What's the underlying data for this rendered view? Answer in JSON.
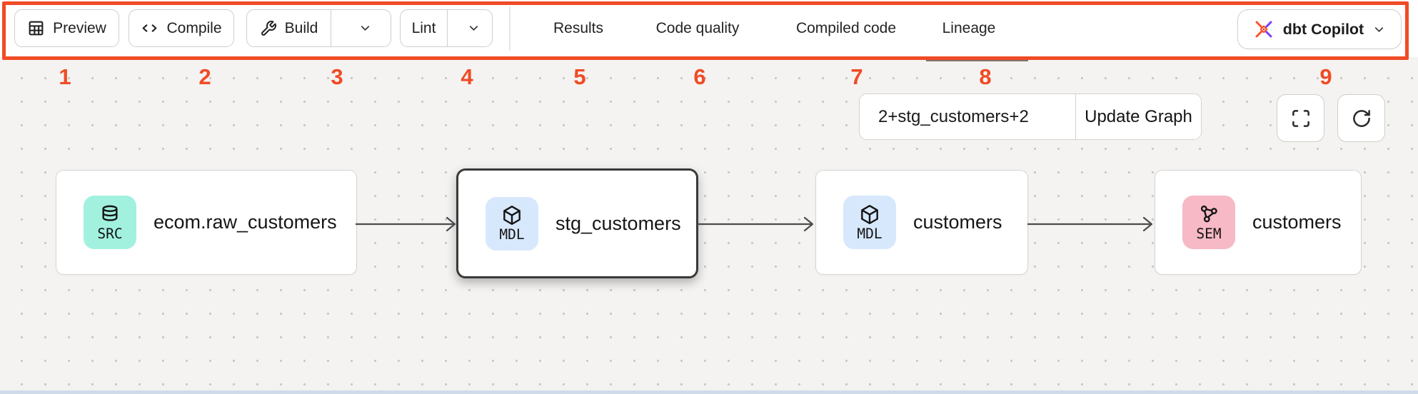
{
  "toolbar": {
    "buttons": [
      {
        "label": "Preview",
        "icon": "table-icon"
      },
      {
        "label": "Compile",
        "icon": "code-icon"
      },
      {
        "label": "Build",
        "icon": "wrench-icon",
        "has_dropdown": true
      },
      {
        "label": "Lint",
        "has_dropdown": true
      }
    ],
    "tabs": [
      {
        "label": "Results",
        "active": false
      },
      {
        "label": "Code quality",
        "active": false
      },
      {
        "label": "Compiled code",
        "active": false
      },
      {
        "label": "Lineage",
        "active": true
      }
    ],
    "copilot": {
      "label": "dbt Copilot",
      "icon": "dbt-logo-icon",
      "has_dropdown": true
    }
  },
  "annotation": {
    "color": "#f04b26",
    "numbers": [
      "1",
      "2",
      "3",
      "4",
      "5",
      "6",
      "7",
      "8",
      "9"
    ]
  },
  "lineage": {
    "selector": {
      "value": "2+stg_customers+2",
      "button_label": "Update Graph"
    },
    "controls": [
      {
        "icon": "fullscreen-icon"
      },
      {
        "icon": "refresh-icon"
      }
    ],
    "nodes": [
      {
        "badge": "SRC",
        "badge_color": "#a2f1df",
        "icon": "database-icon",
        "label": "ecom.raw_customers",
        "selected": false
      },
      {
        "badge": "MDL",
        "badge_color": "#d7e8fc",
        "icon": "cube-icon",
        "label": "stg_customers",
        "selected": true
      },
      {
        "badge": "MDL",
        "badge_color": "#d7e8fc",
        "icon": "cube-icon",
        "label": "customers",
        "selected": false
      },
      {
        "badge": "SEM",
        "badge_color": "#f6b9c5",
        "icon": "semantic-model-icon",
        "label": "customers",
        "selected": false
      }
    ],
    "edges": [
      {
        "from": "ecom.raw_customers",
        "to": "stg_customers"
      },
      {
        "from": "stg_customers",
        "to": "customers (MDL)"
      },
      {
        "from": "customers (MDL)",
        "to": "customers (SEM)"
      }
    ],
    "logo_colors": {
      "orange": "#f4582c",
      "purple": "#7a3ffc"
    }
  }
}
